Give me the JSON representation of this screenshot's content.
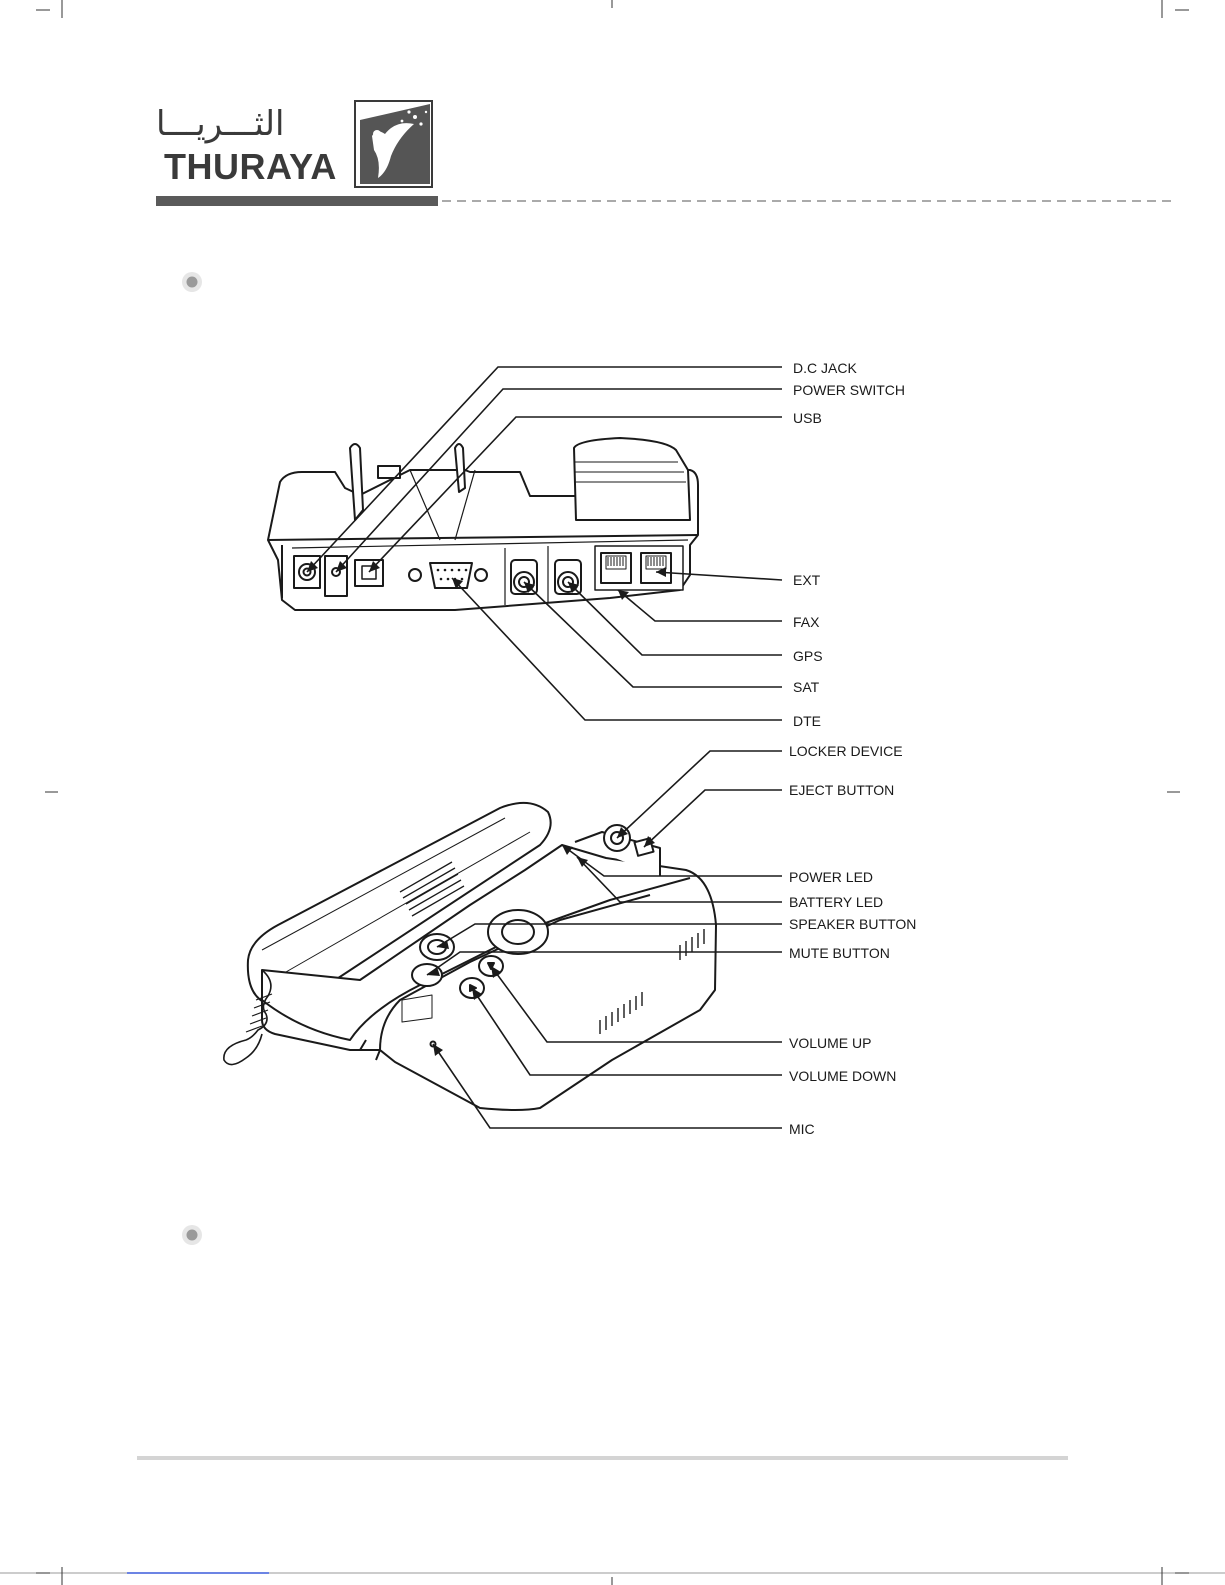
{
  "brand": {
    "name": "THURAYA",
    "arabic_name": "الثـــريـــا",
    "colors": {
      "dark": "#3a3a3a",
      "bar": "#5a5a5a",
      "bullet": "#9a9a9a",
      "rule": "#cccccc",
      "line": "#1a1a1a"
    }
  },
  "callouts": {
    "dc_jack": "D.C JACK",
    "power_switch": "POWER SWITCH",
    "usb": "USB",
    "ext": "EXT",
    "fax": "FAX",
    "gps": "GPS",
    "sat": "SAT",
    "dte": "DTE",
    "locker_device": "LOCKER DEVICE",
    "eject_button": "EJECT BUTTON",
    "power_led": "POWER LED",
    "battery_led": "BATTERY LED",
    "speaker_button": "SPEAKER BUTTON",
    "mute_button": "MUTE BUTTON",
    "volume_up": "VOLUME UP",
    "volume_down": "VOLUME DOWN",
    "mic": "MIC"
  },
  "icons": {
    "logo": "thuraya-star-figure-icon",
    "bullets": "circle-bullet-icon"
  }
}
